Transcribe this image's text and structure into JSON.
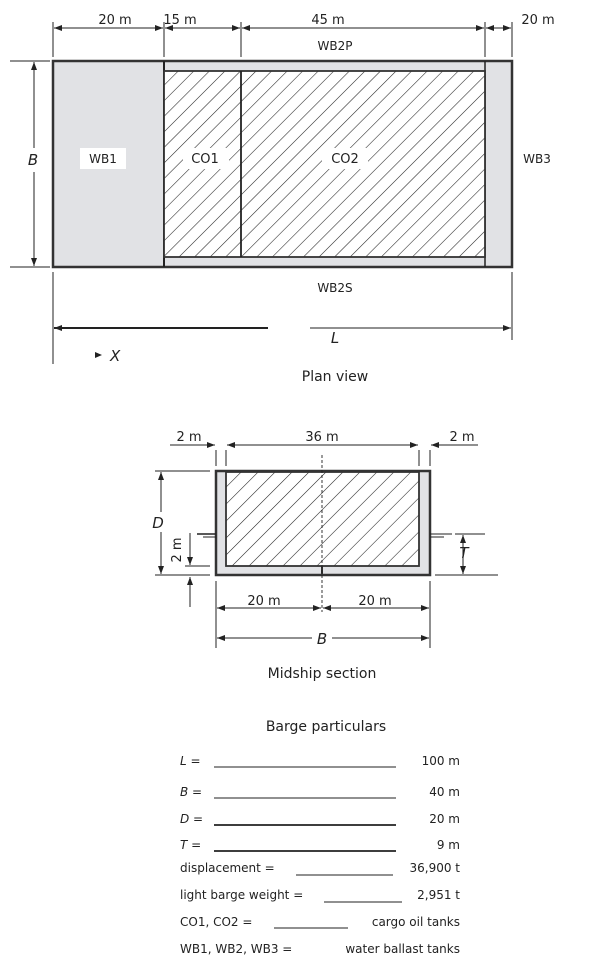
{
  "colors": {
    "ballast_fill": "#e1e2e5",
    "line": "#222222"
  },
  "plan_view": {
    "title": "Plan view",
    "dims": {
      "wb1": "20 m",
      "co1": "15 m",
      "co2": "45 m",
      "wb3": "20 m"
    },
    "labels": {
      "wb1": "WB1",
      "co1": "CO1",
      "co2": "CO2",
      "wb3": "WB3",
      "wb2p": "WB2P",
      "wb2s": "WB2S"
    },
    "breadth_symbol": "B",
    "length_symbol": "L",
    "x_axis_symbol": "X"
  },
  "midship_section": {
    "title": "Midship section",
    "dims": {
      "side_left": "2 m",
      "cargo_width": "36 m",
      "side_right": "2 m",
      "bottom": "2 m",
      "half_left": "20 m",
      "half_right": "20 m"
    },
    "depth_symbol": "D",
    "draught_symbol": "T",
    "breadth_symbol": "B"
  },
  "particulars": {
    "title": "Barge particulars",
    "rows": [
      {
        "label": "L  =",
        "value": "100 m"
      },
      {
        "label": "B  =",
        "value": "40 m"
      },
      {
        "label": "D  =",
        "value": "20 m"
      },
      {
        "label": "T  =",
        "value": "9 m"
      },
      {
        "label": "displacement =",
        "value": "36,900 t"
      },
      {
        "label": "light barge weight =",
        "value": "2,951 t"
      },
      {
        "label": "CO1, CO2 =",
        "value": "cargo oil tanks"
      },
      {
        "label": "WB1, WB2, WB3 =",
        "value": "water ballast tanks"
      }
    ]
  }
}
